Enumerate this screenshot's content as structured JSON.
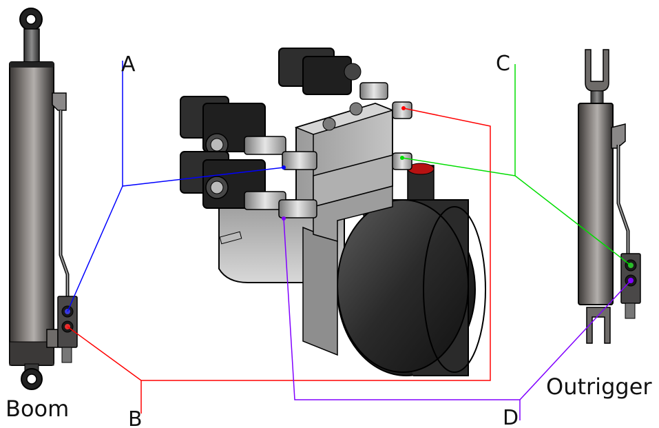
{
  "labels": {
    "port_a": "A",
    "port_b": "B",
    "port_c": "C",
    "port_d": "D",
    "boom": "Boom",
    "outrigger": "Outrigger"
  },
  "colors": {
    "line_a": "#0000ff",
    "line_b": "#ff0000",
    "line_c": "#00dd00",
    "line_d": "#8000ff",
    "metal_dark": "#2b2b2b",
    "metal_mid": "#6d6966",
    "metal_light": "#c9c9c9",
    "block": "#a9a9a9"
  },
  "components": [
    {
      "name": "boom-cylinder",
      "icon": "hydraulic-cylinder"
    },
    {
      "name": "hydraulic-power-unit",
      "icon": "valve-block-motor"
    },
    {
      "name": "outrigger-cylinder",
      "icon": "hydraulic-cylinder"
    }
  ]
}
